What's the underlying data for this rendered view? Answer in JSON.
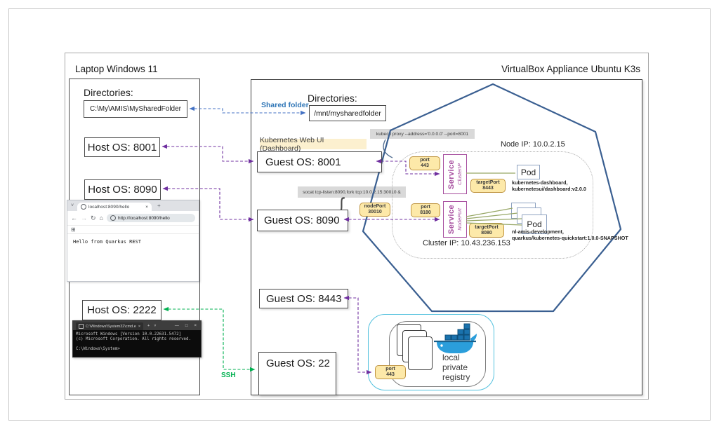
{
  "page": {
    "laptop_title": "Laptop Windows 11",
    "vm_title": "VirtualBox Appliance Ubuntu K3s"
  },
  "laptop": {
    "directories_label": "Directories:",
    "shared_path": "C:\\My\\AMIS\\MySharedFolder",
    "host_8001": "Host OS: 8001",
    "host_8090": "Host OS: 8090",
    "host_2222": "Host OS: 2222"
  },
  "browser": {
    "chevron_icon": "˅",
    "tab_title": "localhost:8090/hello",
    "close_tab_icon": "×",
    "new_tab_icon": "+",
    "back_icon": "←",
    "forward_icon": "→",
    "reload_icon": "↻",
    "home_icon": "⌂",
    "url": "http://localhost:8090/hello",
    "apps_icon": "⊞",
    "body_text": "Hello from Quarkus REST"
  },
  "terminal": {
    "tab_title": "C:\\Windows\\System32\\cmd.e",
    "tab_close_icon": "×",
    "new_tab_icon": "+",
    "chevron_icon": "˅",
    "minimize_icon": "—",
    "maximize_icon": "□",
    "close_icon": "×",
    "line1": "Microsoft Windows [Version 10.0.22631.5472]",
    "line2": "(c) Microsoft Corporation. All rights reserved.",
    "prompt": "C:\\Windows\\System>"
  },
  "links": {
    "shared_folder": "Shared folder",
    "ssh": "SSH"
  },
  "vm": {
    "directories_label": "Directories:",
    "mount_path": "/mnt/mysharedfolder",
    "kubectl_cmd": "kubectl proxy --address='0.0.0.0' --port=8001",
    "socat_cmd": "socat tcp-listen:8090,fork tcp:10.0.2.15:30010 &",
    "dashboard_label": "Kubernetes Web UI (Dashboard)",
    "guest_8001": "Guest OS: 8001",
    "guest_8090": "Guest OS: 8090",
    "guest_8443": "Guest OS: 8443",
    "guest_22": "Guest OS: 22",
    "node_ip": "Node IP: 10.0.2.15",
    "cluster_ip": "Cluster IP: 10.43.236.153",
    "brace": "{"
  },
  "k8s": {
    "svc1": {
      "port_label": "port",
      "port": "443",
      "name": "Service",
      "type": "ClusterIP",
      "target_label": "targetPort",
      "target": "8443",
      "pod": "Pod",
      "desc1": "kubernetes-dashboard,",
      "desc2": "kubernetesui/dashboard:v2.0.0"
    },
    "svc2": {
      "nodeport_label": "nodePort",
      "nodeport": "30010",
      "port_label": "port",
      "port": "8180",
      "name": "Service",
      "type": "NodePort",
      "target_label": "targetPort",
      "target": "8080",
      "pod": "Pod",
      "desc1": "nl-amis-development,",
      "desc2": "quarkus/kubernetes-quickstart:1.0.0-SNAPSHOT"
    }
  },
  "registry": {
    "port_label": "port",
    "port": "443",
    "label_line1": "local",
    "label_line2": "private",
    "label_line3": "registry"
  },
  "colors": {
    "arrow_blue": "#4472c4",
    "arrow_purple": "#7030a0",
    "arrow_green": "#00b050",
    "heptagon_blue": "#3a5f91",
    "port_yellow": "#fde9a9",
    "service_purple": "#a64d9e",
    "registry_cyan": "#53c1de",
    "docker_blue": "#2b9edb"
  }
}
